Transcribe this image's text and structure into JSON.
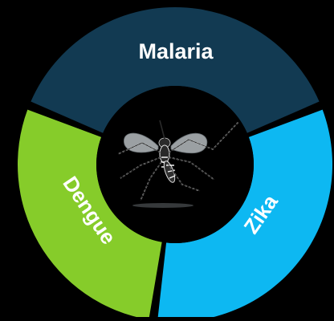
{
  "diagram": {
    "segments": [
      {
        "label": "Malaria",
        "color": "#123a52"
      },
      {
        "label": "Zika",
        "color": "#0db8f2"
      },
      {
        "label": "Dengue",
        "color": "#86cc2a"
      }
    ],
    "center": {
      "icon": "mosquito-icon",
      "background": "#000000"
    }
  }
}
